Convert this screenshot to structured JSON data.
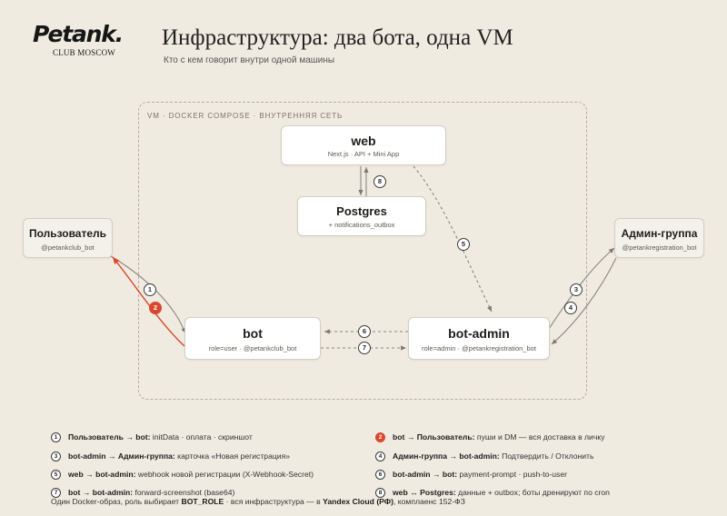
{
  "logo": {
    "word": "Petank.",
    "sub": "CLUB MOSCOW"
  },
  "header": {
    "title": "Инфраструктура: два бота, одна VM",
    "subtitle": "Кто с кем говорит внутри одной машины"
  },
  "vm_label": "VM · DOCKER COMPOSE · ВНУТРЕННЯЯ СЕТЬ",
  "nodes": {
    "web": {
      "name": "web",
      "sub": "Next.js · API + Mini App"
    },
    "postgres": {
      "name": "Postgres",
      "sub": "+ notifications_outbox"
    },
    "user": {
      "name": "Пользователь",
      "sub": "@petankclub_bot"
    },
    "admin_group": {
      "name": "Админ-группа",
      "sub": "@petankregistration_bot"
    },
    "bot": {
      "name": "bot",
      "sub": "role=user · @petankclub_bot"
    },
    "bot_admin": {
      "name": "bot-admin",
      "sub": "role=admin · @petankregistration_bot"
    }
  },
  "edges": [
    {
      "n": "1",
      "from": "user",
      "to": "bot"
    },
    {
      "n": "2",
      "from": "bot",
      "to": "user",
      "highlight": true
    },
    {
      "n": "3",
      "from": "bot_admin",
      "to": "admin_group"
    },
    {
      "n": "4",
      "from": "admin_group",
      "to": "bot_admin"
    },
    {
      "n": "5",
      "from": "web",
      "to": "bot_admin"
    },
    {
      "n": "6",
      "from": "bot_admin",
      "to": "bot"
    },
    {
      "n": "7",
      "from": "bot",
      "to": "bot_admin"
    },
    {
      "n": "8",
      "from": "web",
      "to": "postgres",
      "bidirectional": true
    }
  ],
  "legend": [
    {
      "n": "1",
      "head": "Пользователь → bot:",
      "text": " initData · оплата · скриншот"
    },
    {
      "n": "2",
      "head": "bot → Пользователь:",
      "text": " пуши и DM — вся доставка в личку",
      "highlight": true
    },
    {
      "n": "3",
      "head": "bot-admin → Админ-группа:",
      "text": " карточка «Новая регистрация»"
    },
    {
      "n": "4",
      "head": "Админ-группа → bot-admin:",
      "text": " Подтвердить / Отклонить"
    },
    {
      "n": "5",
      "head": "web → bot-admin:",
      "text": " webhook новой регистрации (X-Webhook-Secret)"
    },
    {
      "n": "6",
      "head": "bot-admin → bot:",
      "text": " payment-prompt · push-to-user"
    },
    {
      "n": "7",
      "head": "bot → bot-admin:",
      "text": " forward-screenshot (base64)"
    },
    {
      "n": "8",
      "head": "web ↔ Postgres:",
      "text": " данные + outbox; боты дренируют по cron"
    }
  ],
  "footer": {
    "p1": "Один Docker-образ, роль выбирает ",
    "b1": "BOT_ROLE",
    "p2": " · вся инфраструктура — в ",
    "b2": "Yandex Cloud (РФ)",
    "p3": ", комплаенс 152-ФЗ"
  },
  "colors": {
    "background": "#f0ebe0",
    "accent": "#d9472e",
    "line": "#8a8580",
    "ink": "#1d1d1b"
  }
}
